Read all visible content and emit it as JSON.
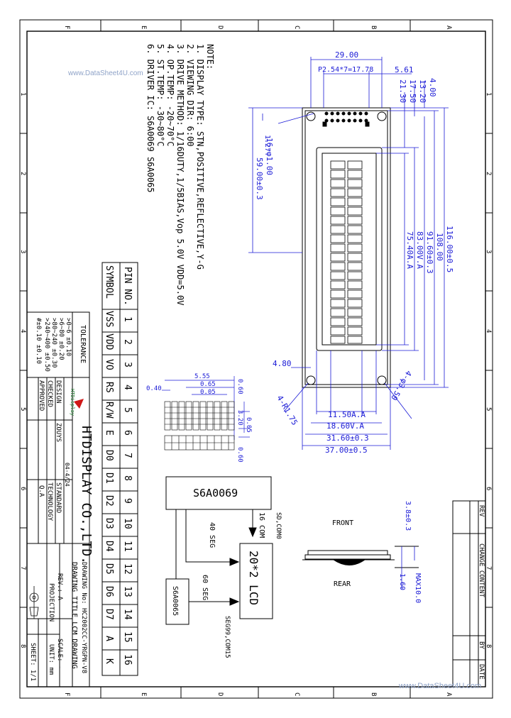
{
  "watermark_top": "www.DataSheet4U.com",
  "watermark_bottom": "www.DataSheet4U.com",
  "frame": {
    "col_letters": [
      "F",
      "E",
      "D",
      "C",
      "B",
      "A"
    ],
    "row_numbers": [
      "1",
      "2",
      "3",
      "4",
      "5",
      "6",
      "7",
      "8"
    ]
  },
  "notes": {
    "title": "NOTE:",
    "lines": [
      "1. DISPLAY TYPE: STN,POSITIVE,REFLECTIVE,Y-G",
      "2. VIEWING DIR: 6:00",
      "3. DRIVE METHOD: 1/16DUTY,1/5BIAS,Vop 5.0V  VDD=5.0V",
      "4. OP.TEMP: -20~70°C",
      "5. ST.TEMP: -30~80°C",
      "6. DRIVER IC: S6A0069 S6A0065"
    ]
  },
  "dimensions": {
    "d_29": "29.00",
    "pitch": "P2.54*7=17.78",
    "d_561": "5.61",
    "d_400": "4.00",
    "d_1320": "13.20",
    "d_1750": "17.50",
    "d_2130": "21.30",
    "hole16": "16-φ1.00",
    "d_127": "1.27",
    "d_59": "59.00±0.3",
    "d_116": "116.00±0.5",
    "d_108": "108.00",
    "d_916": "91.60±0.3",
    "d_83": "83.00V.A",
    "d_754": "75.40A.A",
    "d_480": "4.80",
    "r275": "4-R1.75",
    "hole350": "4-φ3.50",
    "d_115": "11.50A.A",
    "d_186": "18.60V.A",
    "d_316": "31.60±0.3",
    "d_37": "37.00±0.5",
    "d_555": "5.55",
    "d_065": "0.65",
    "d_005a": "0.05",
    "d_040": "0.40",
    "d_060a": "0.60",
    "d_320": "3.20",
    "d_005b": "0.05",
    "d_060b": "0.60",
    "d_38": "3.8±0.3",
    "d_160": "1.60",
    "d_max": "MAX10.0"
  },
  "pin_table": {
    "header_pin": "PIN NO.",
    "header_symbol": "SYMBOL",
    "pins": [
      "1",
      "2",
      "3",
      "4",
      "5",
      "6",
      "7",
      "8",
      "9",
      "10",
      "11",
      "12",
      "13",
      "14",
      "15",
      "16"
    ],
    "symbols": [
      "VSS",
      "VDD",
      "VO",
      "RS",
      "R/W",
      "E",
      "D0",
      "D1",
      "D2",
      "D3",
      "D4",
      "D5",
      "D6",
      "D7",
      "A",
      "K"
    ]
  },
  "block_diagram": {
    "chip_main": "S6A0069",
    "chip_ext": "S6A0065",
    "lcd": "20*2 LCD",
    "com16": "16 COM",
    "com_range": "SD,COM0",
    "seg40": "40 SEG",
    "seg60": "60 SEG",
    "seg_range": "SEG99,COM15"
  },
  "side_view": {
    "front": "FRONT",
    "rear": "REAR"
  },
  "tolerance": {
    "title": "TOLERANCE",
    "rows": [
      ">0~6   ±0.10",
      ">6~80  ±0.20",
      ">80~240 ±0.30",
      ">240~400 ±0.50",
      "#±0.10  ±0.10"
    ]
  },
  "title_block": {
    "company": "HTDISPLAY CO.,LTD.",
    "logo_text": "HTDisplay",
    "design": "DESIGN",
    "design_name": "ZOUYS",
    "checked": "CHECKED",
    "approved": "APPROVED",
    "date_code": "04-4/24",
    "standard": "STANDARD",
    "technology": "TECHNOLOGY",
    "qa": "Q.A",
    "drawing_no": "DRAWING No: HC2002CC-YRGPN-V8",
    "drawing_title": "DRAWING TITLE  LCM DRAWING",
    "rev": "REV.: A",
    "scale": "SCALE: -",
    "projection": "PROJECTION",
    "unit": "UNIT: mm",
    "sheet": "SHEET: 1/1"
  },
  "rev_table": {
    "rev": "REV",
    "change": "CHANGE CONTENT",
    "by": "BY",
    "date": "DATE"
  }
}
